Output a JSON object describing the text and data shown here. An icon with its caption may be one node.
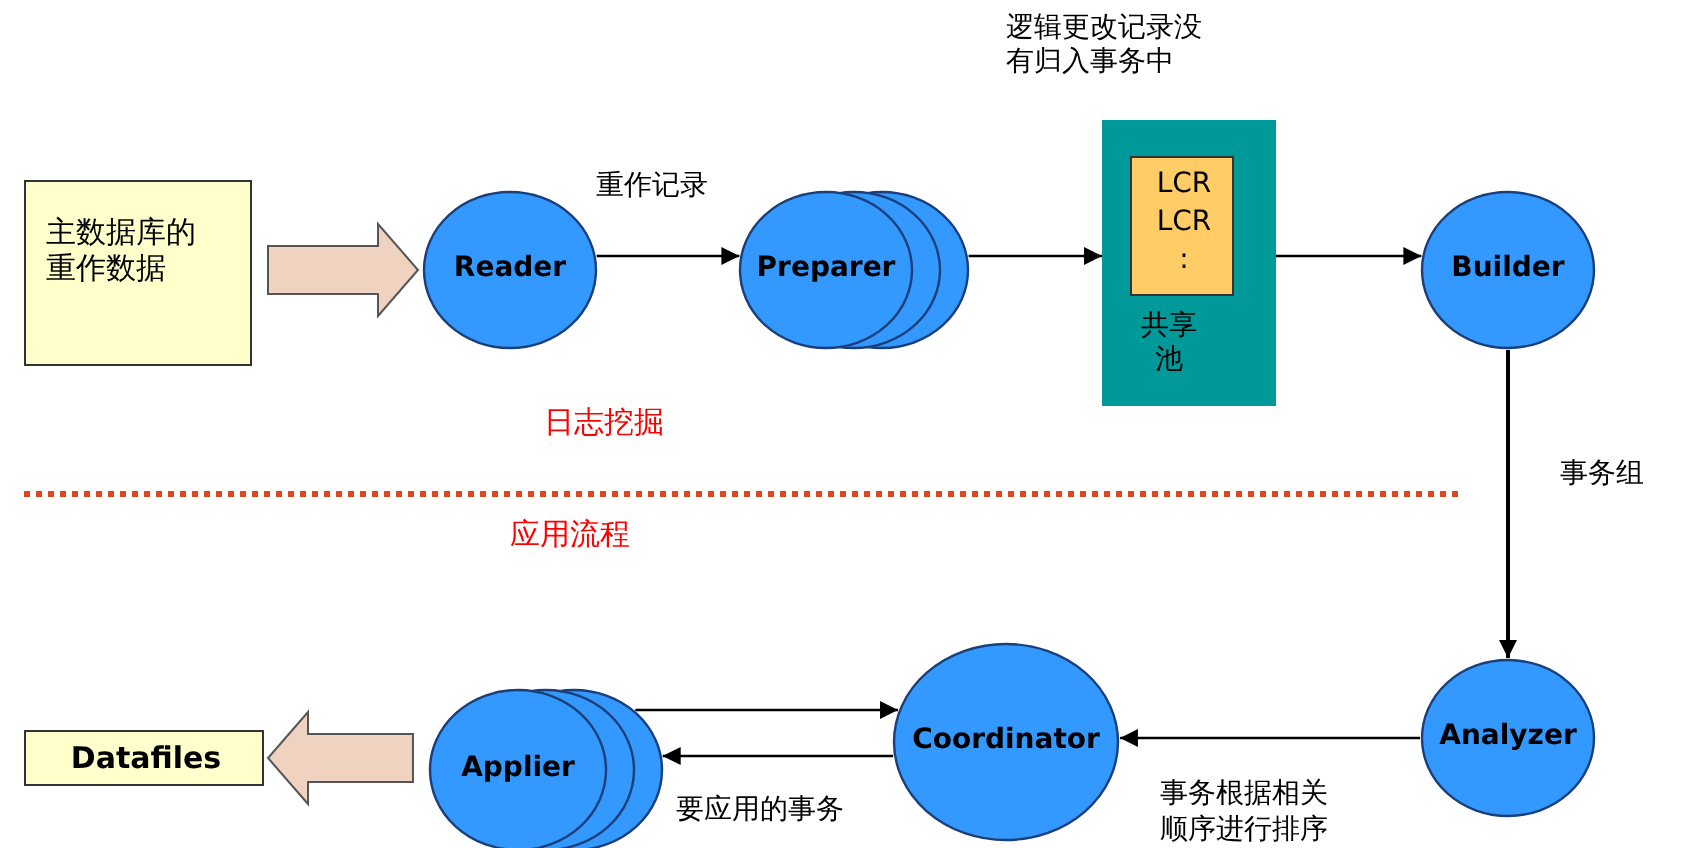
{
  "diagram": {
    "nodes": [
      {
        "text": [
          "主数据库的重作数据"
        ]
      },
      {
        "text": [
          "Reader"
        ]
      },
      {
        "text": [
          "Preparer"
        ]
      },
      {
        "text": [
          "共享池"
        ],
        "beside": [
          "逻辑更改记录没有归入事务中"
        ]
      },
      {
        "text": [
          "LCR LCR :"
        ],
        "in": 3
      },
      {
        "text": [
          "Builder"
        ]
      },
      {
        "text": [
          "Analyzer"
        ]
      },
      {
        "text": [
          "Coordinator"
        ]
      },
      {
        "text": [
          "Applier"
        ]
      },
      {
        "text": [
          "Datafiles"
        ]
      }
    ],
    "edges": [
      {
        "from": 0,
        "to": 1,
        "arrow": "to",
        "style": "thick",
        "color": "#f0d2c0"
      },
      {
        "from": 1,
        "to": 2,
        "arrow": "to",
        "label": "重作记录"
      },
      {
        "from": 2,
        "to": 3,
        "arrow": "to"
      },
      {
        "from": 3,
        "to": 5,
        "arrow": "to"
      },
      {
        "from": 5,
        "to": 6,
        "arrow": "to",
        "label": "事务组"
      },
      {
        "from": 6,
        "to": 7,
        "arrow": "to",
        "label": "事务根据相关顺序进行排序"
      },
      {
        "from": 8,
        "to": 7,
        "arrow": "to"
      },
      {
        "from": 7,
        "to": 8,
        "arrow": "to",
        "label": "要应用的事务"
      },
      {
        "from": 8,
        "to": 9,
        "arrow": "to",
        "style": "thick",
        "color": "#f0d2c0"
      }
    ],
    "labels": [
      "日志挖掘",
      "应用流程"
    ]
  }
}
